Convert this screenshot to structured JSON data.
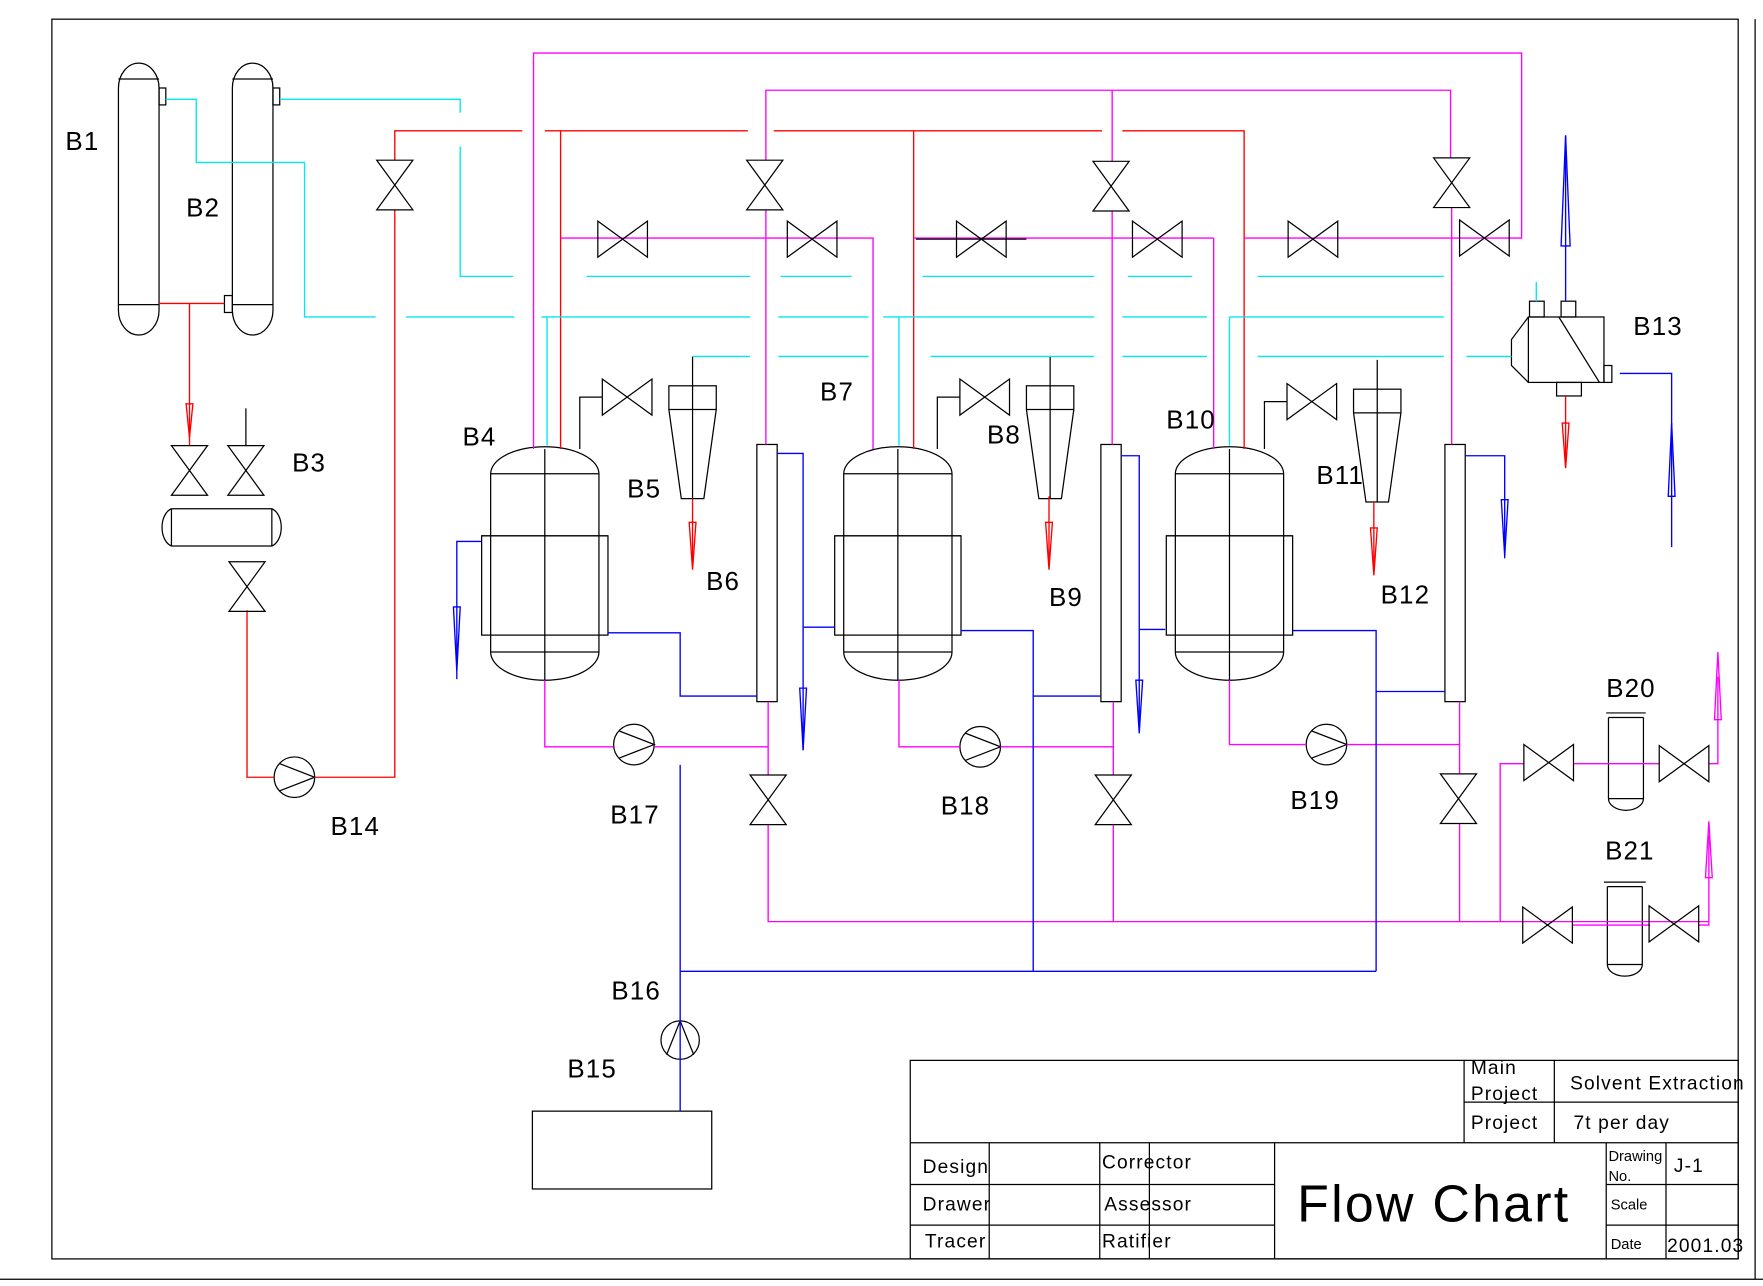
{
  "equipment_labels": {
    "B1": "B1",
    "B2": "B2",
    "B3": "B3",
    "B4": "B4",
    "B5": "B5",
    "B6": "B6",
    "B7": "B7",
    "B8": "B8",
    "B9": "B9",
    "B10": "B10",
    "B11": "B11",
    "B12": "B12",
    "B13": "B13",
    "B14": "B14",
    "B15": "B15",
    "B16": "B16",
    "B17": "B17",
    "B18": "B18",
    "B19": "B19",
    "B20": "B20",
    "B21": "B21"
  },
  "line_colors": {
    "red": "#ff0000",
    "magenta": "#ff00ff",
    "cyan": "#00ffff",
    "blue": "#0000ff",
    "equipment": "#000000"
  },
  "title_block": {
    "main_project_label_1": "Main",
    "main_project_label_2": "Project",
    "main_project_value": "Solvent Extraction",
    "project_label": "Project",
    "project_value": "7t per day",
    "design_label": "Design",
    "drawer_label": "Drawer",
    "tracer_label": "Tracer",
    "corrector_label": "Corrector",
    "assessor_label": "Assessor",
    "ratifier_label": "Ratifier",
    "title": "Flow Chart",
    "drawing_no_label_1": "Drawing",
    "drawing_no_label_2": "No.",
    "drawing_no_value": "J-1",
    "scale_label": "Scale",
    "date_label": "Date",
    "date_value": "2001.03"
  }
}
